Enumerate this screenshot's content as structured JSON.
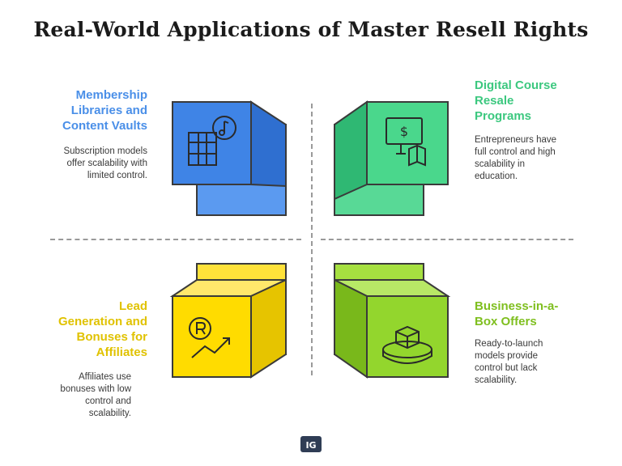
{
  "title": "Real-World Applications of Master Resell Rights",
  "quadrants": [
    {
      "id": "membership",
      "label_lines": [
        "Membership",
        "Libraries and",
        "Content Vaults"
      ],
      "description_lines": [
        "Subscription models",
        "offer scalability with",
        "limited control."
      ],
      "color": "#4a8fe8",
      "icon": "books-music-icon"
    },
    {
      "id": "digital-course",
      "label_lines": [
        "Digital Course",
        "Resale",
        "Programs"
      ],
      "description_lines": [
        "Entrepreneurs have",
        "full control and high",
        "scalability in",
        "education."
      ],
      "color": "#3fd08a",
      "icon": "dollar-monitor-book-icon"
    },
    {
      "id": "lead-generation",
      "label_lines": [
        "Lead",
        "Generation and",
        "Bonuses for",
        "Affiliates"
      ],
      "description_lines": [
        "Affiliates use",
        "bonuses with low",
        "control and",
        "scalability."
      ],
      "color": "#f0d200",
      "icon": "registered-growth-icon"
    },
    {
      "id": "business-in-a-box",
      "label_lines": [
        "Business-in-a-",
        "Box Offers"
      ],
      "description_lines": [
        "Ready-to-launch",
        "models provide",
        "control but lack",
        "scalability."
      ],
      "color": "#8fd12c",
      "icon": "box-on-platform-icon"
    }
  ],
  "colors": {
    "membership_label": "#4a8fe8",
    "digital_label": "#3cc87f",
    "lead_label": "#e0c200",
    "business_label": "#7fbf1f"
  },
  "logo": {
    "text": "IG"
  }
}
